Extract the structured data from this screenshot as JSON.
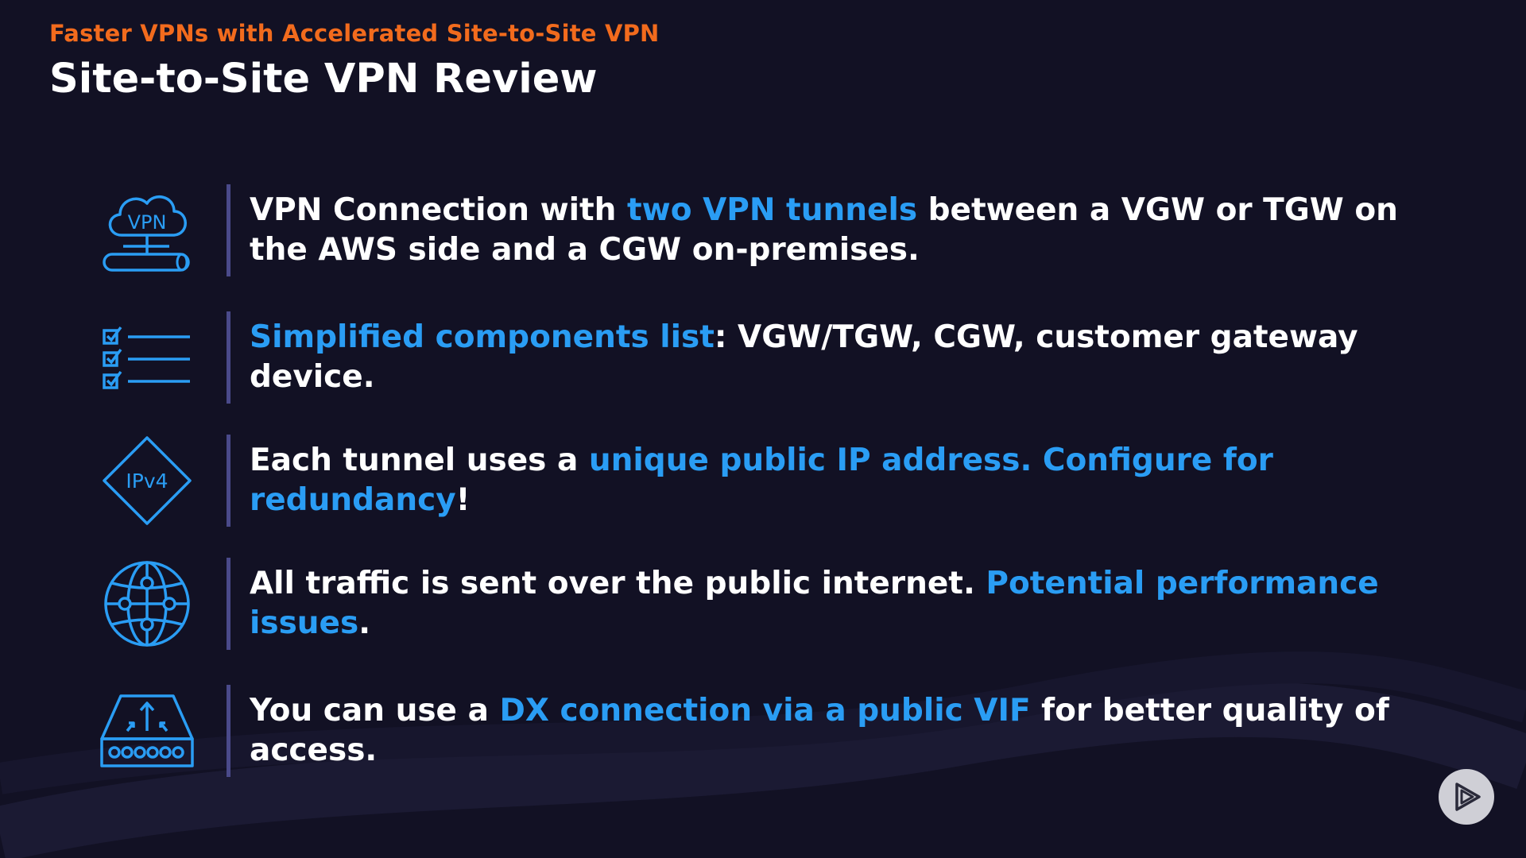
{
  "header": {
    "subtitle": "Faster VPNs with Accelerated Site-to-Site VPN",
    "title": "Site-to-Site VPN Review"
  },
  "colors": {
    "background": "#121124",
    "accent_orange": "#f26b1d",
    "highlight_blue": "#2a9df4",
    "divider": "#4a4a8a",
    "text": "#ffffff"
  },
  "items": [
    {
      "icon": "vpn-cloud-icon",
      "icon_label": "VPN",
      "t1": "VPN Connection with ",
      "h1": "two VPN tunnels",
      "t2": " between a VGW or TGW on the AWS side and a CGW on-premises.",
      "h2": "",
      "t3": ""
    },
    {
      "icon": "checklist-icon",
      "t1": "",
      "h1": "Simplified components list",
      "t2": ": VGW/TGW, CGW, customer gateway device.",
      "h2": "",
      "t3": ""
    },
    {
      "icon": "ipv4-icon",
      "icon_label": "IPv4",
      "t1": "Each tunnel uses a ",
      "h1": "unique public IP address. Configure for redundancy",
      "t2": "!",
      "h2": "",
      "t3": ""
    },
    {
      "icon": "globe-network-icon",
      "t1": "All traffic is sent over the public internet. ",
      "h1": "Potential performance issues",
      "t2": ".",
      "h2": "",
      "t3": ""
    },
    {
      "icon": "router-icon",
      "t1": "You can use a ",
      "h1": "DX connection via a public VIF",
      "t2": " for better quality of access.",
      "h2": "",
      "t3": ""
    }
  ],
  "player": {
    "icon": "play-logo-icon"
  }
}
